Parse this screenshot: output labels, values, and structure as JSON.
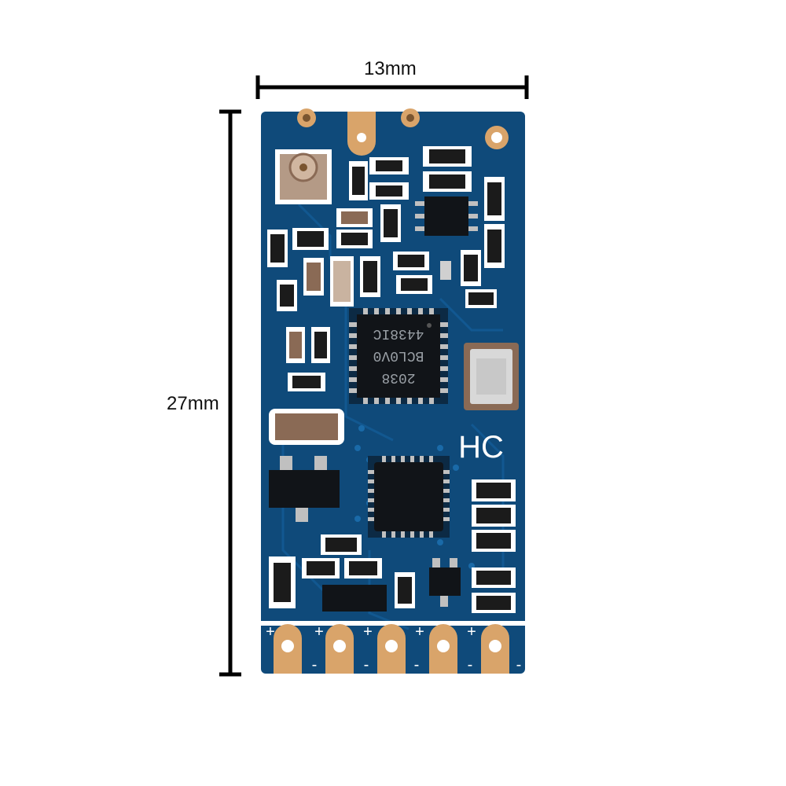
{
  "dimensions": {
    "width_label": "13mm",
    "height_label": "27mm"
  },
  "board": {
    "chip_marking_lines": [
      "2038",
      "BCL0V0",
      "4438IC"
    ],
    "brand_mark": "HC",
    "pin_signs": [
      "+",
      "+",
      "+",
      "+",
      "+",
      "-",
      "-",
      "-",
      "-",
      "-"
    ]
  },
  "colors": {
    "pcb": "#0f4a7a",
    "pcb_trace": "#135a93",
    "gold": "#d9a46a",
    "silkscreen": "#ffffff",
    "chip": "#111418"
  }
}
